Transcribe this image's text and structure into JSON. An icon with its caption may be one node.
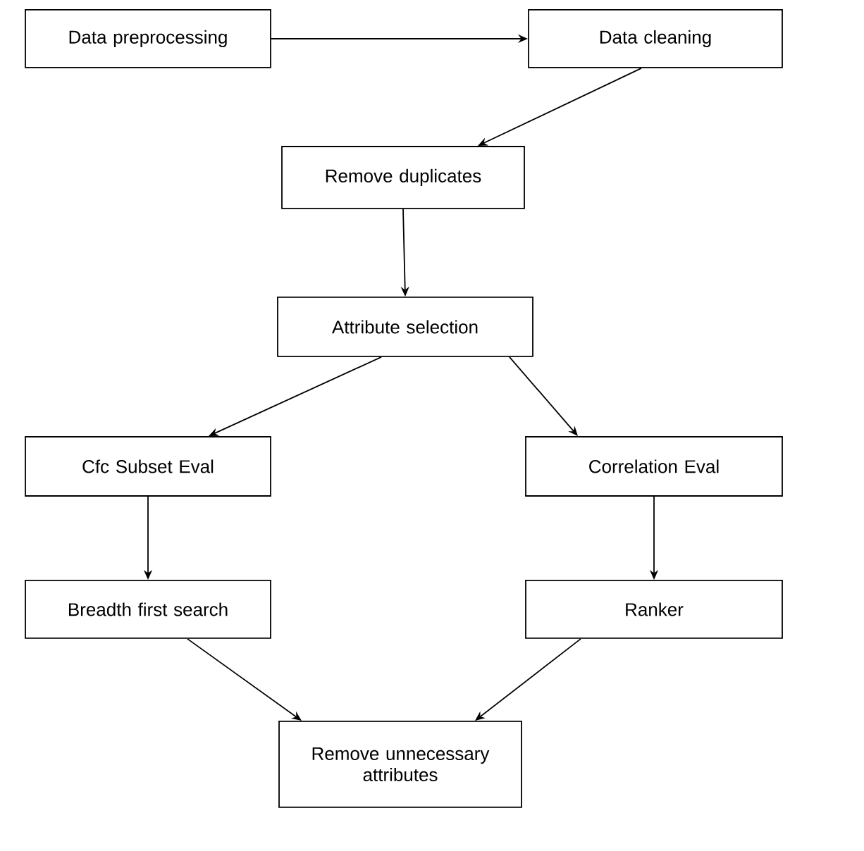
{
  "diagram": {
    "nodes": [
      {
        "text": [
          "Data preprocessing"
        ]
      },
      {
        "text": [
          "Data cleaning"
        ]
      },
      {
        "text": [
          "Remove duplicates"
        ]
      },
      {
        "text": [
          "Attribute selection"
        ]
      },
      {
        "text": [
          "Cfc Subset Eval"
        ]
      },
      {
        "text": [
          "Correlation Eval"
        ]
      },
      {
        "text": [
          "Breadth first search"
        ]
      },
      {
        "text": [
          "Ranker"
        ]
      },
      {
        "text": [
          "Remove unnecessary attributes"
        ]
      }
    ],
    "edges": [
      {
        "from": 0,
        "to": 1,
        "arrow": "to"
      },
      {
        "from": 1,
        "to": 2,
        "arrow": "to"
      },
      {
        "from": 2,
        "to": 3,
        "arrow": "to"
      },
      {
        "from": 3,
        "to": 4,
        "arrow": "to"
      },
      {
        "from": 3,
        "to": 5,
        "arrow": "to"
      },
      {
        "from": 4,
        "to": 6,
        "arrow": "to"
      },
      {
        "from": 5,
        "to": 7,
        "arrow": "to"
      },
      {
        "from": 6,
        "to": 8,
        "arrow": "to"
      },
      {
        "from": 7,
        "to": 8,
        "arrow": "to"
      }
    ]
  }
}
